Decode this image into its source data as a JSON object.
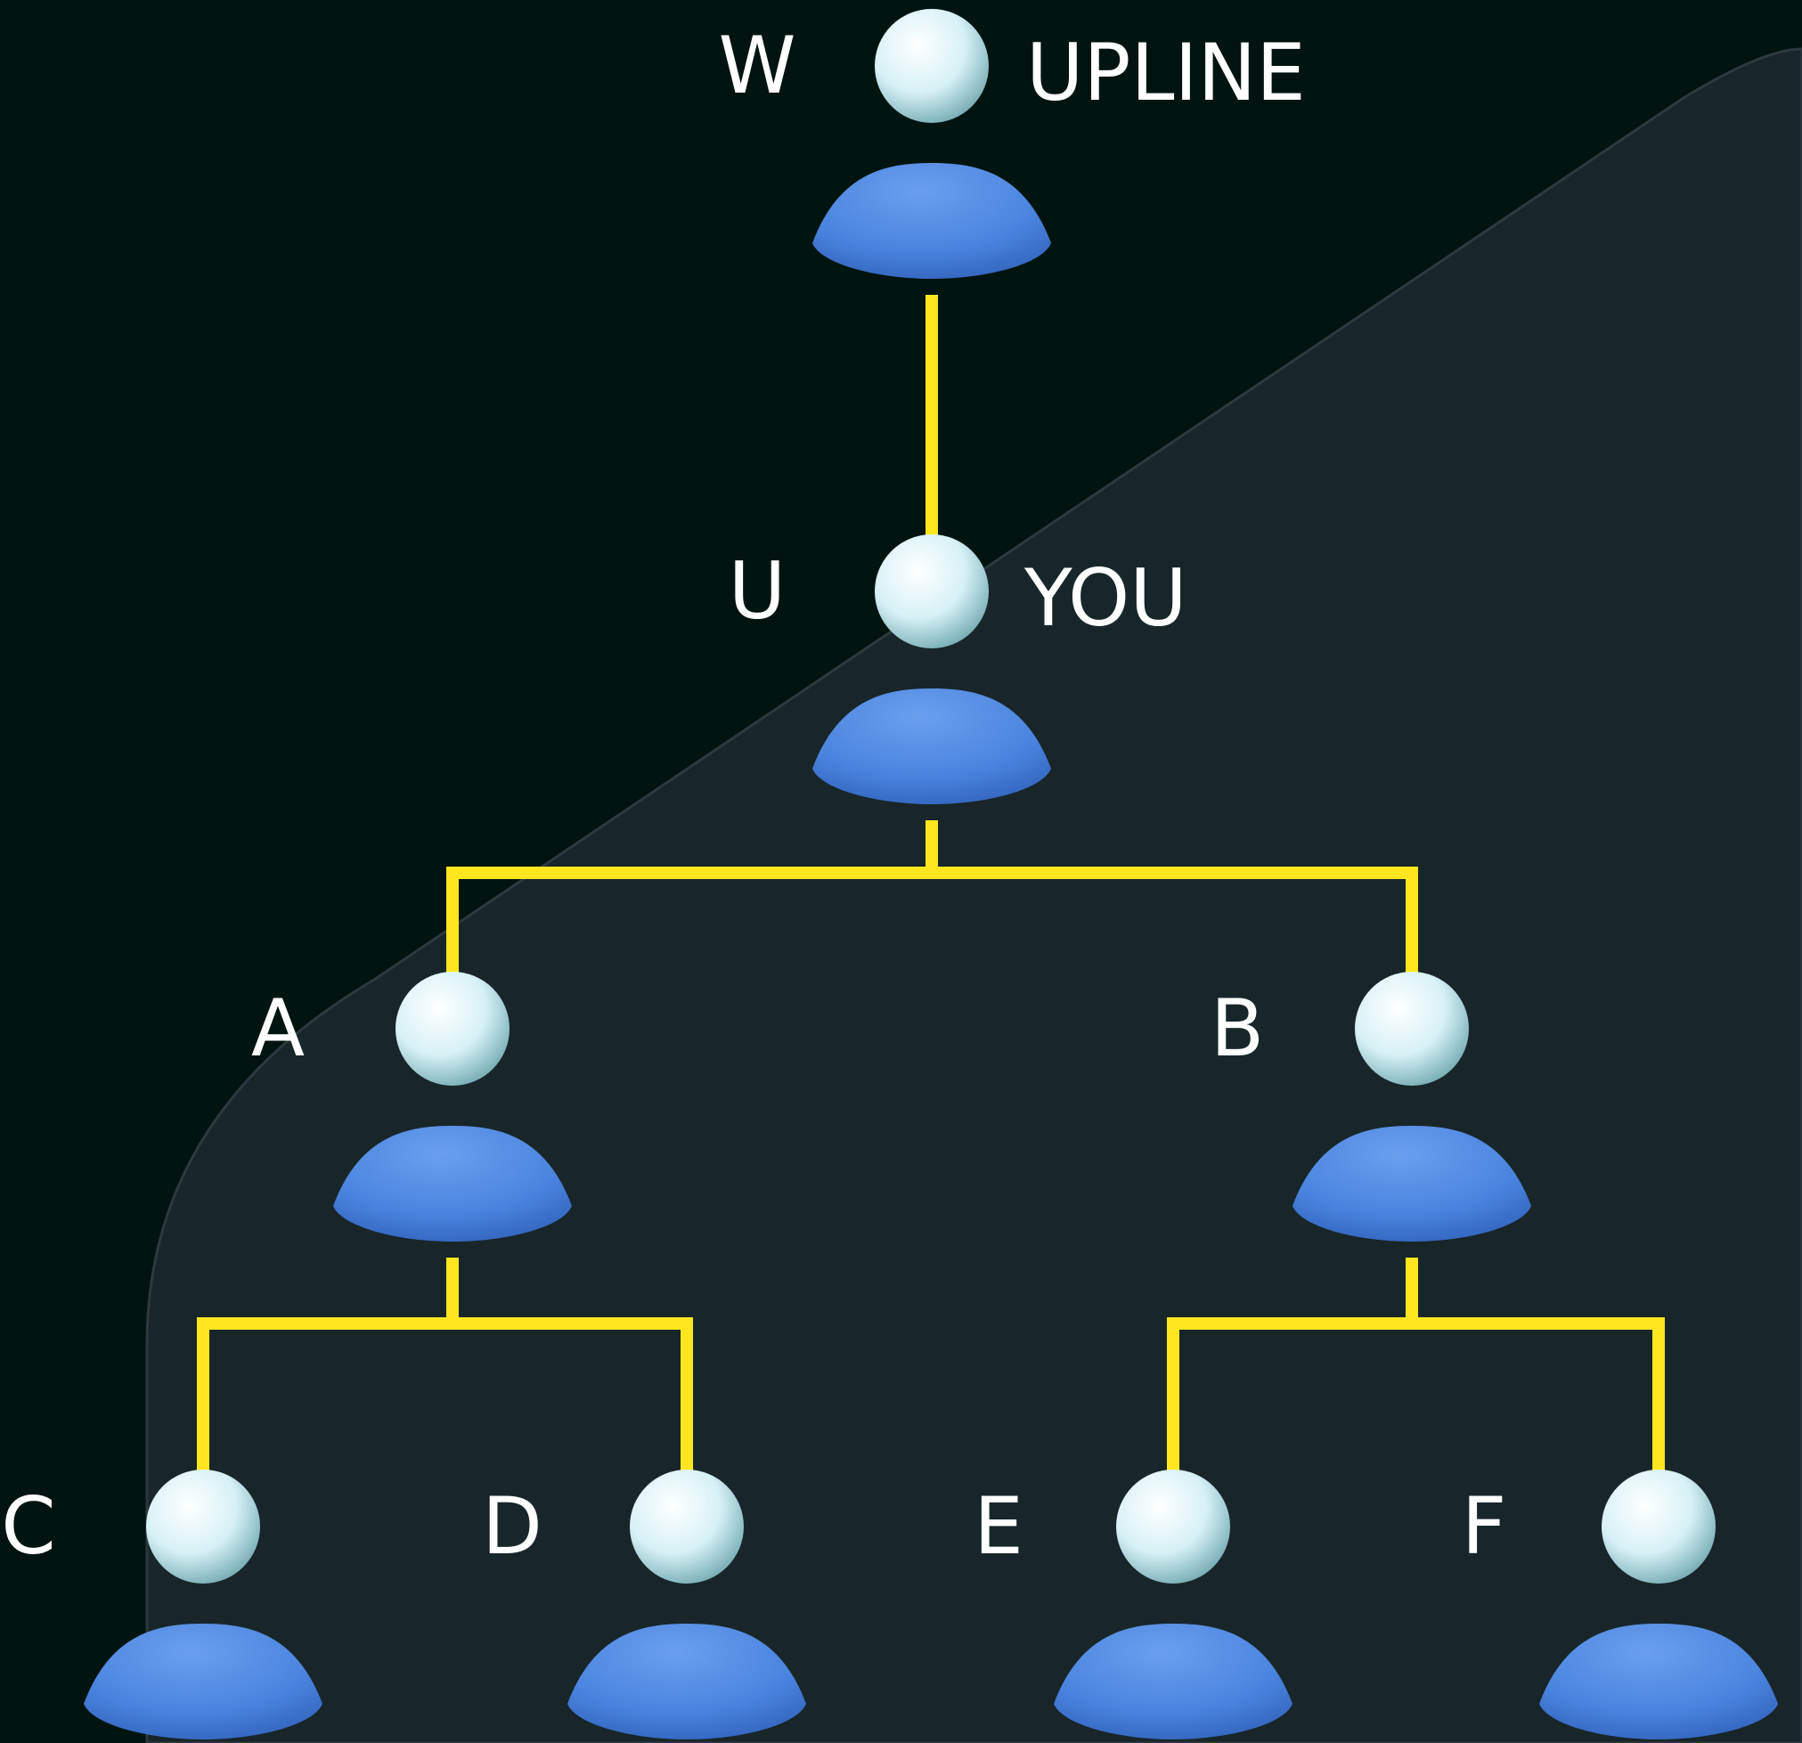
{
  "diagram": {
    "type": "tree",
    "colors": {
      "background": "#011410",
      "panel": "#18262A",
      "connector": "#FFE61E",
      "head": "#D8F2F6",
      "body": "#4A84DE",
      "text": "#FFFFFF"
    },
    "nodes": [
      {
        "id": "W",
        "label": "W",
        "caption": "UPLINE",
        "parent": null
      },
      {
        "id": "U",
        "label": "U",
        "caption": "YOU",
        "parent": "W"
      },
      {
        "id": "A",
        "label": "A",
        "caption": "",
        "parent": "U"
      },
      {
        "id": "B",
        "label": "B",
        "caption": "",
        "parent": "U"
      },
      {
        "id": "C",
        "label": "C",
        "caption": "",
        "parent": "A"
      },
      {
        "id": "D",
        "label": "D",
        "caption": "",
        "parent": "A"
      },
      {
        "id": "E",
        "label": "E",
        "caption": "",
        "parent": "B"
      },
      {
        "id": "F",
        "label": "F",
        "caption": "",
        "parent": "B"
      }
    ]
  }
}
